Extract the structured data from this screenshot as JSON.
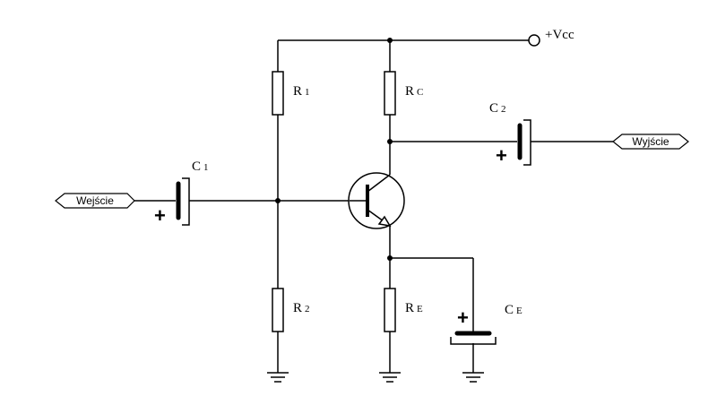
{
  "supply": {
    "label": "+Vcc"
  },
  "ports": {
    "input": "Wejście",
    "output": "Wyjście"
  },
  "components": {
    "r1": {
      "name": "R",
      "sub": "1"
    },
    "r2": {
      "name": "R",
      "sub": "2"
    },
    "rc": {
      "name": "R",
      "sub": "C"
    },
    "re": {
      "name": "R",
      "sub": "E"
    },
    "c1": {
      "name": "C",
      "sub": "1"
    },
    "c2": {
      "name": "C",
      "sub": "2"
    },
    "ce": {
      "name": "C",
      "sub": "E"
    }
  },
  "polarity": {
    "plus": "+"
  }
}
